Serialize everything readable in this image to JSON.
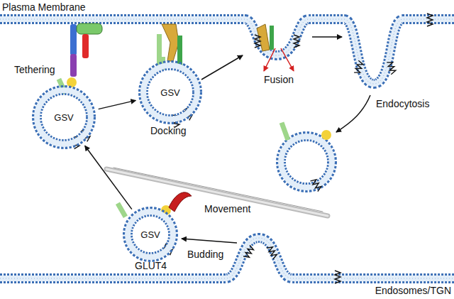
{
  "diagram": {
    "nodes": [
      {
        "text": [
          "GSV"
        ]
      },
      {
        "text": [
          "GSV"
        ]
      },
      {
        "text": [
          "GSV"
        ]
      }
    ],
    "edges": [
      {
        "from": 2,
        "to": 0,
        "arrow": "to"
      },
      {
        "from": 0,
        "to": 1,
        "arrow": "to"
      }
    ],
    "labels": [
      "Plasma Membrane",
      "Tethering",
      "Docking",
      "Fusion",
      "Endocytosis",
      "Movement",
      "GLUT4",
      "Budding",
      "Endosomes/TGN"
    ]
  }
}
